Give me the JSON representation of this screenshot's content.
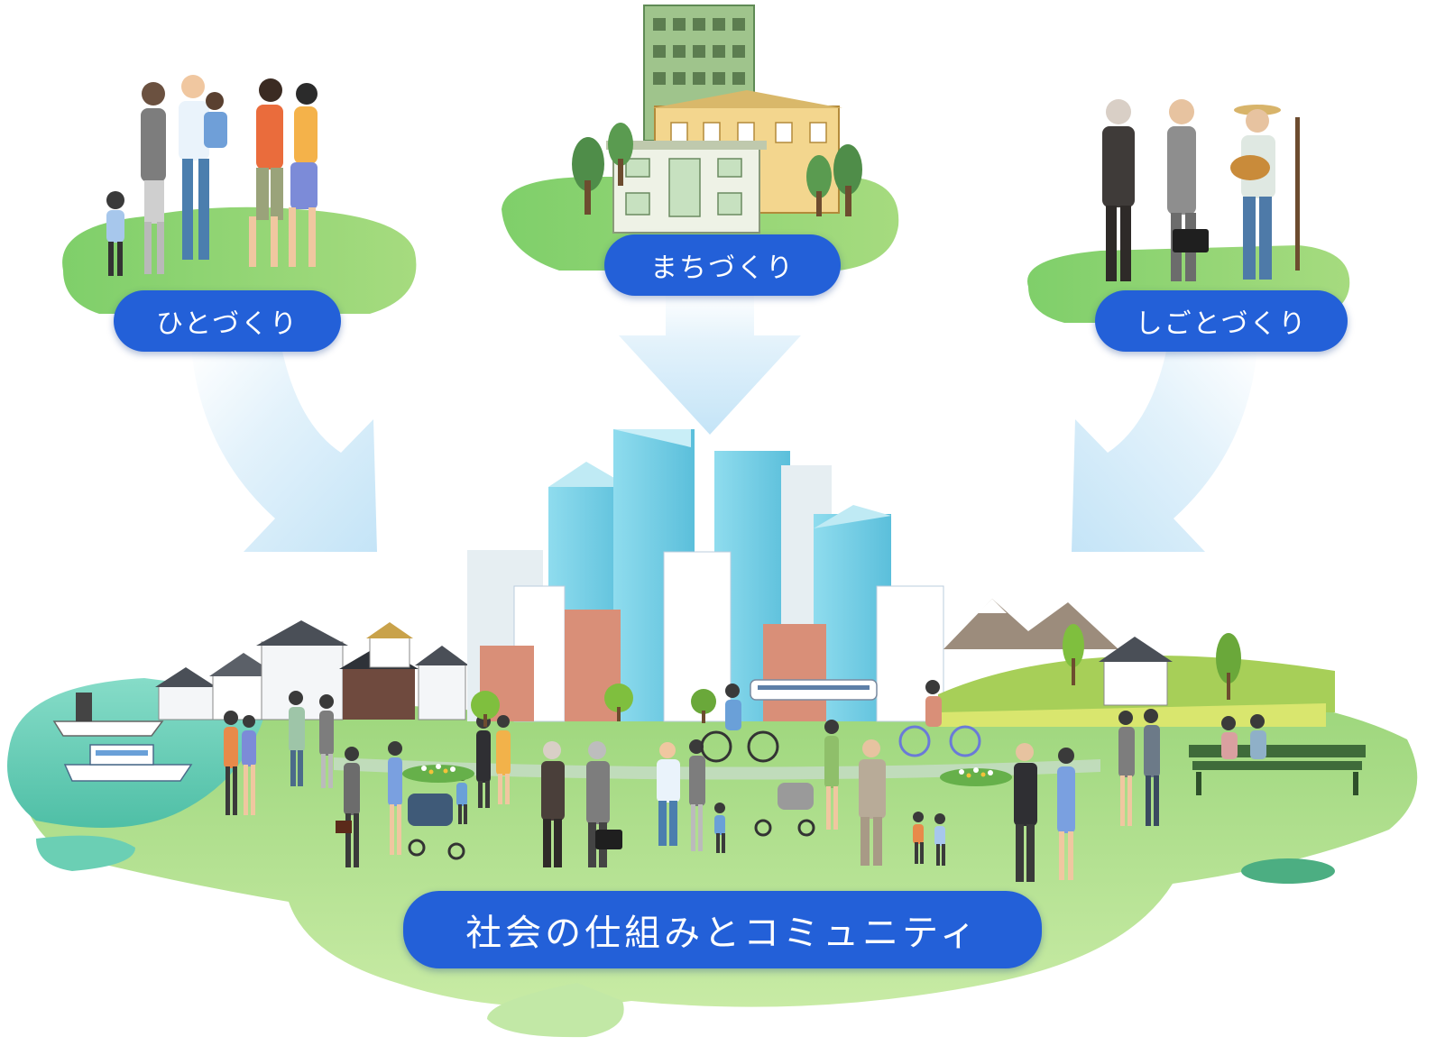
{
  "colors": {
    "pill": "#2360d8",
    "pill_text": "#ffffff",
    "island_green": "#8fd16e",
    "island_light": "#c3e7a2",
    "arrow": "#cfe9f8",
    "water": "#6ccfb8",
    "tower": "#7fd3e8"
  },
  "nodes": {
    "hitozukuri": {
      "label": "ひとづくり",
      "icon": "family-group-icon"
    },
    "machizukuri": {
      "label": "まちづくり",
      "icon": "town-buildings-icon"
    },
    "shigotozukuri": {
      "label": "しごとづくり",
      "icon": "business-people-icon"
    },
    "community": {
      "label": "社会の仕組みとコミュニティ",
      "icon": "city-community-icon"
    }
  },
  "edges": [
    {
      "from": "hitozukuri",
      "to": "community"
    },
    {
      "from": "machizukuri",
      "to": "community"
    },
    {
      "from": "shigotozukuri",
      "to": "community"
    }
  ]
}
